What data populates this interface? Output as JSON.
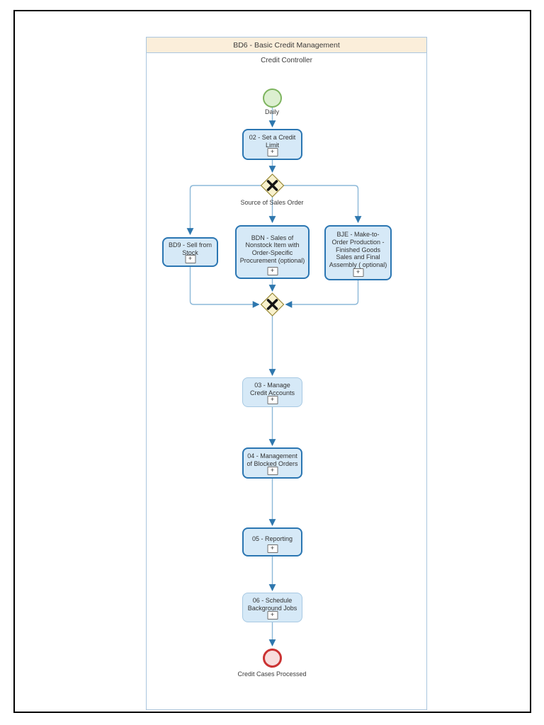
{
  "pool": {
    "title": "BD6 - Basic Credit Management",
    "lane_label": "Credit Controller"
  },
  "nodes": {
    "start_event": {
      "type": "start-event",
      "label": "Daily"
    },
    "task_02": {
      "type": "collapsed-subprocess",
      "label": "02 - Set a Credit Limit",
      "marker": "+"
    },
    "gateway_split": {
      "type": "exclusive-gateway",
      "label": "Source of Sales Order"
    },
    "task_bd9": {
      "type": "collapsed-subprocess",
      "label": "BD9 - Sell from Stock",
      "marker": "+"
    },
    "task_bdn": {
      "type": "collapsed-subprocess",
      "label": "BDN - Sales of Nonstock Item with Order-Specific Procurement (optional)",
      "marker": "+"
    },
    "task_bje": {
      "type": "collapsed-subprocess",
      "label": "BJE - Make-to-Order Production - Finished Goods Sales and Final Assembly ( optional)",
      "marker": "+"
    },
    "gateway_merge": {
      "type": "exclusive-gateway",
      "label": ""
    },
    "task_03": {
      "type": "collapsed-subprocess",
      "label": "03 - Manage Credit Accounts",
      "marker": "+"
    },
    "task_04": {
      "type": "collapsed-subprocess",
      "label": "04 - Management of Blocked Orders",
      "marker": "+"
    },
    "task_05": {
      "type": "collapsed-subprocess",
      "label": "05 - Reporting",
      "marker": "+"
    },
    "task_06": {
      "type": "collapsed-subprocess",
      "label": "06 - Schedule Background Jobs",
      "marker": "+"
    },
    "end_event": {
      "type": "end-event",
      "label": "Credit Cases Processed"
    }
  },
  "colors": {
    "task_fill": "#d6e9f7",
    "task_border_dark": "#2b76b2",
    "task_border_light": "#a7c9e3",
    "gateway_fill": "#f8f1cd",
    "gateway_border": "#998a39",
    "connector_line": "#8cb8d8",
    "connector_arrow": "#2e77ae",
    "start_fill": "#dcefd0",
    "start_border": "#7db45e",
    "end_fill": "#f8dcdc",
    "end_border": "#cb3232",
    "pool_header_fill": "#fbeeda",
    "pool_border": "#aac6df",
    "page_frame": "#000000"
  }
}
